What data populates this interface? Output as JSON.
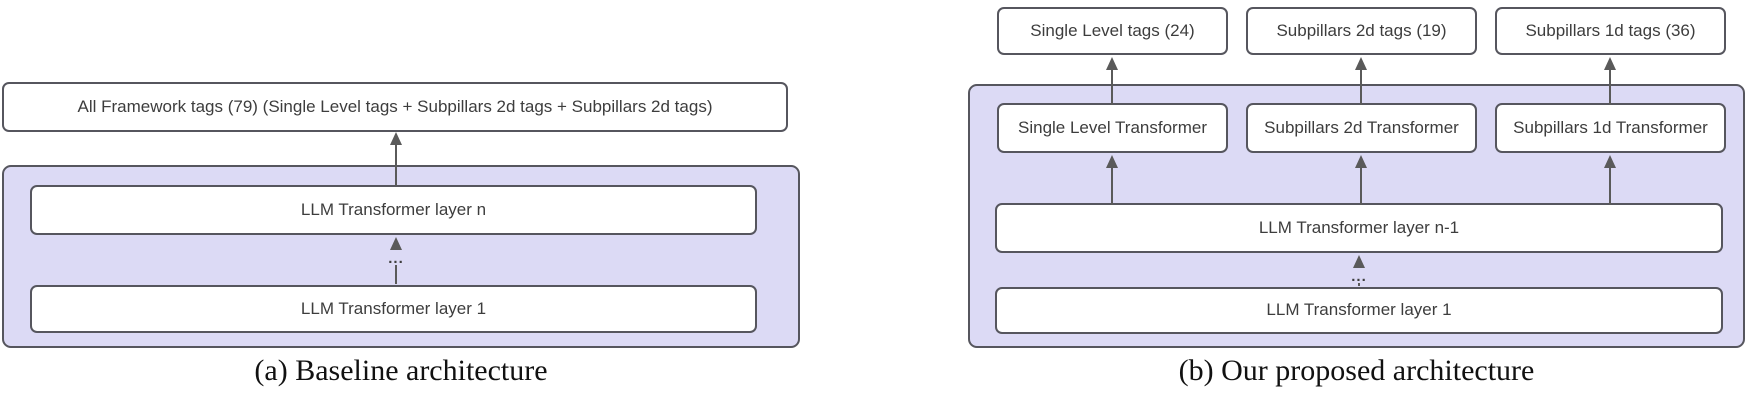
{
  "colors": {
    "group_fill": "#dcdaf5",
    "box_border": "#56565e",
    "arrow": "#5a5a5a",
    "box_text": "#3d3d3d",
    "caption_text": "#111111"
  },
  "baseline": {
    "output_label": "All Framework tags (79) (Single Level tags + Subpillars 2d tags + Subpillars 2d tags)",
    "layers": [
      "LLM Transformer layer n",
      "LLM Transformer layer 1"
    ],
    "ellipsis": "...",
    "caption": "(a) Baseline architecture"
  },
  "proposed": {
    "tag_boxes": [
      "Single Level tags (24)",
      "Subpillars 2d tags (19)",
      "Subpillars 1d tags (36)"
    ],
    "transformers": [
      "Single Level Transformer",
      "Subpillars 2d Transformer",
      "Subpillars 1d Transformer"
    ],
    "layers": [
      "LLM Transformer layer n-1",
      "LLM Transformer layer 1"
    ],
    "ellipsis": "...",
    "caption": "(b) Our proposed architecture"
  }
}
